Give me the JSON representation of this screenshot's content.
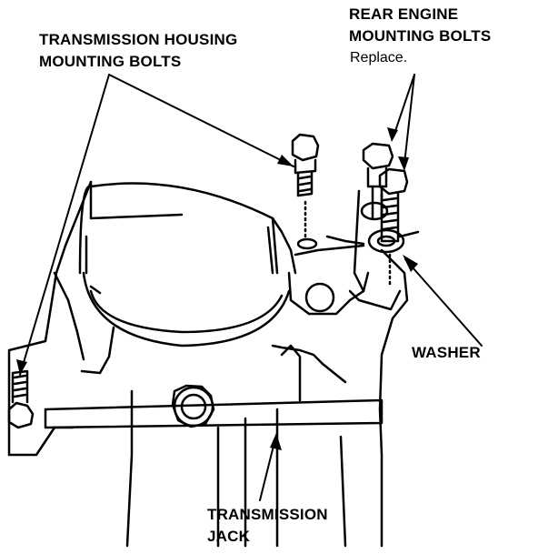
{
  "labels": {
    "transmission_housing_bolts": [
      "TRANSMISSION HOUSING",
      "MOUNTING BOLTS"
    ],
    "rear_engine_bolts": [
      "REAR ENGINE",
      "MOUNTING BOLTS"
    ],
    "rear_engine_note": "Replace.",
    "washer": "WASHER",
    "transmission_jack": [
      "TRANSMISSION",
      "JACK"
    ]
  },
  "colors": {
    "ink": "#000000",
    "paper": "#ffffff"
  }
}
